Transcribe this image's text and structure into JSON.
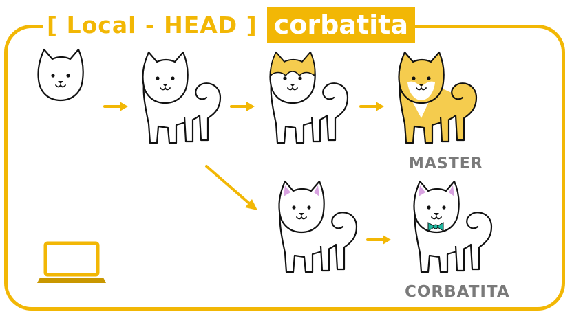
{
  "header": {
    "local_head": "[ Local - HEAD ]",
    "branch": "corbatita"
  },
  "labels": {
    "master": "MASTER",
    "corbatita": "CORBATITA"
  },
  "colors": {
    "accent": "#F2B705",
    "shiba": "#F5CC4E",
    "tie": "#1FB7A0",
    "ear_pink": "#D8A2E0",
    "label_gray": "#7a7a7a"
  },
  "icons": [
    "puppy-head-icon",
    "dog-outline-icon",
    "dog-partial-color-icon",
    "dog-shiba-icon",
    "dog-pink-ears-icon",
    "dog-bowtie-icon",
    "laptop-icon"
  ]
}
